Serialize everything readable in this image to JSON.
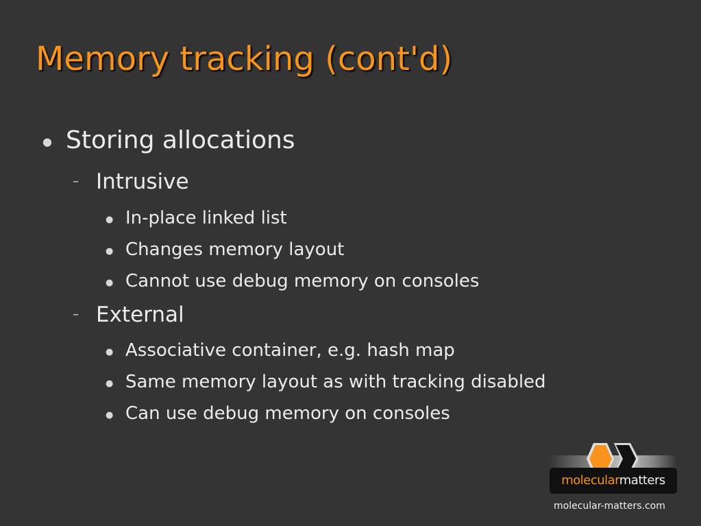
{
  "slide": {
    "title": "Memory tracking (cont'd)",
    "bullets": {
      "b1": "Storing allocations",
      "b1_1": "Intrusive",
      "b1_1_1": "In-place linked list",
      "b1_1_2": "Changes memory layout",
      "b1_1_3": "Cannot use debug memory on consoles",
      "b1_2": "External",
      "b1_2_1": "Associative container, e.g. hash map",
      "b1_2_2": "Same memory layout as with tracking disabled",
      "b1_2_3": "Can use debug memory on consoles"
    },
    "markers": {
      "dot": "●",
      "dash": "–"
    }
  },
  "logo": {
    "word_orange": "molecular",
    "word_white": "matters",
    "url": "molecular-matters.com"
  },
  "colors": {
    "background": "#343434",
    "title": "#f7941d",
    "text": "#ececec",
    "logo_orange": "#f7941d"
  }
}
